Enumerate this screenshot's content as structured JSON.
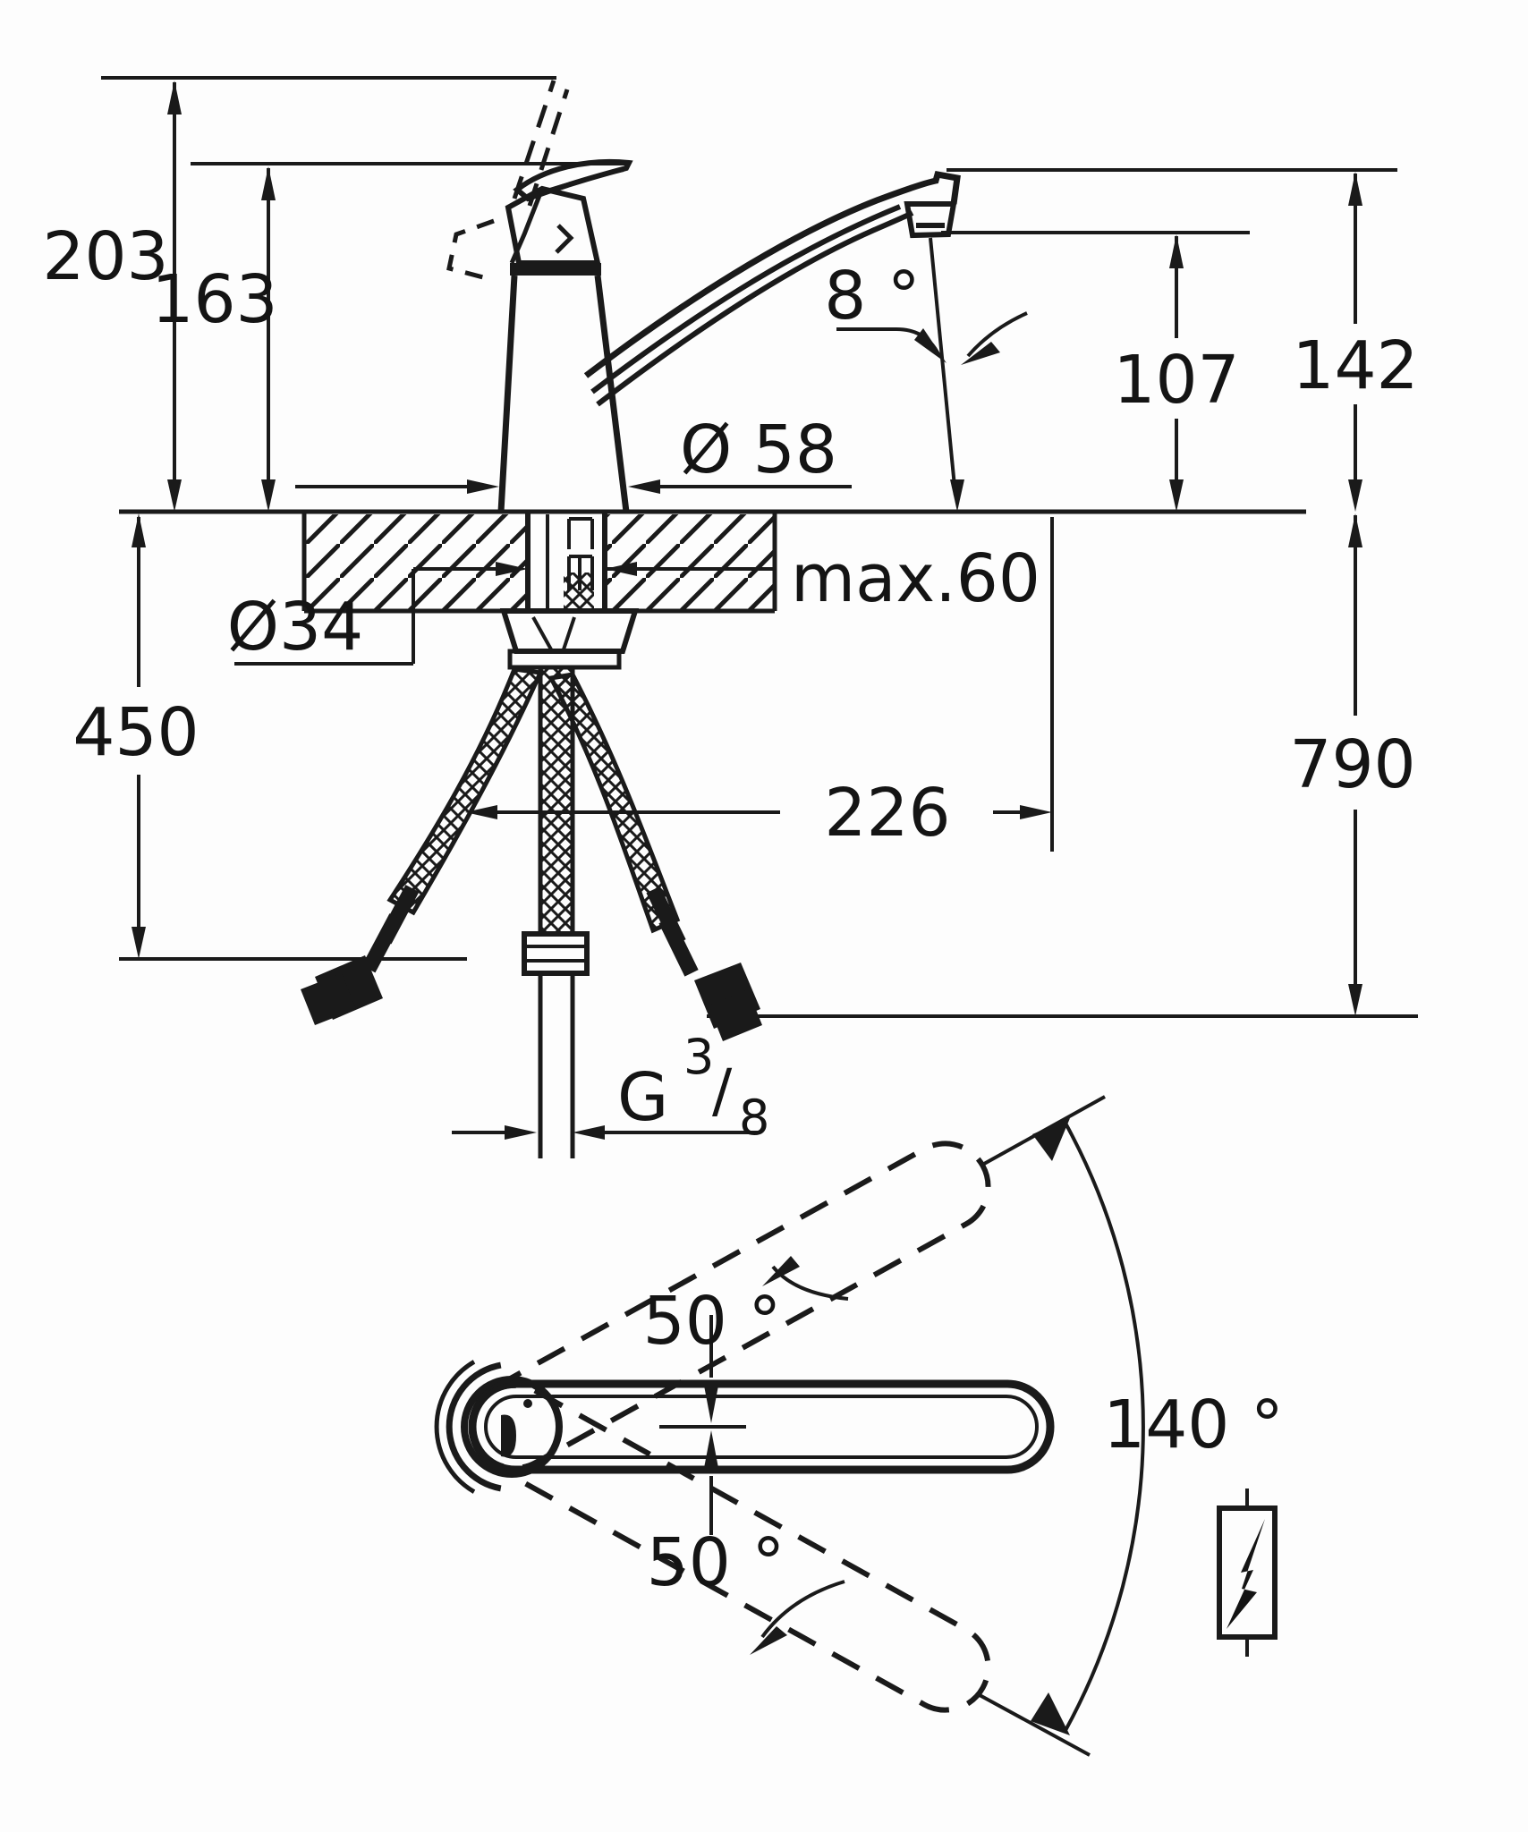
{
  "document": {
    "kind": "technical-dimension-drawing",
    "subject": "single-lever kitchen sink mixer tap",
    "background_color": "#fdfdfd",
    "ink_color": "#1a1a1a"
  },
  "side_view": {
    "labels": {
      "total_height": "203",
      "body_height": "163",
      "escutcheon_diameter": "Ø 58",
      "aerator_angle": "8 °",
      "outlet_height": "107",
      "spout_height": "142",
      "max_deck_thickness": "max.60",
      "shank_diameter": "Ø34",
      "hose_drop_length": "450",
      "spout_reach": "226",
      "total_drop": "790",
      "thread_letter": "G",
      "thread_numerator": "3",
      "thread_slash": "/",
      "thread_denominator": "8"
    }
  },
  "top_view": {
    "labels": {
      "swivel_upper": "50 °",
      "swivel_total": "140 °",
      "swivel_lower": "50 °"
    }
  },
  "symbols": {
    "low_voltage_symbol": "lightning-bolt"
  }
}
